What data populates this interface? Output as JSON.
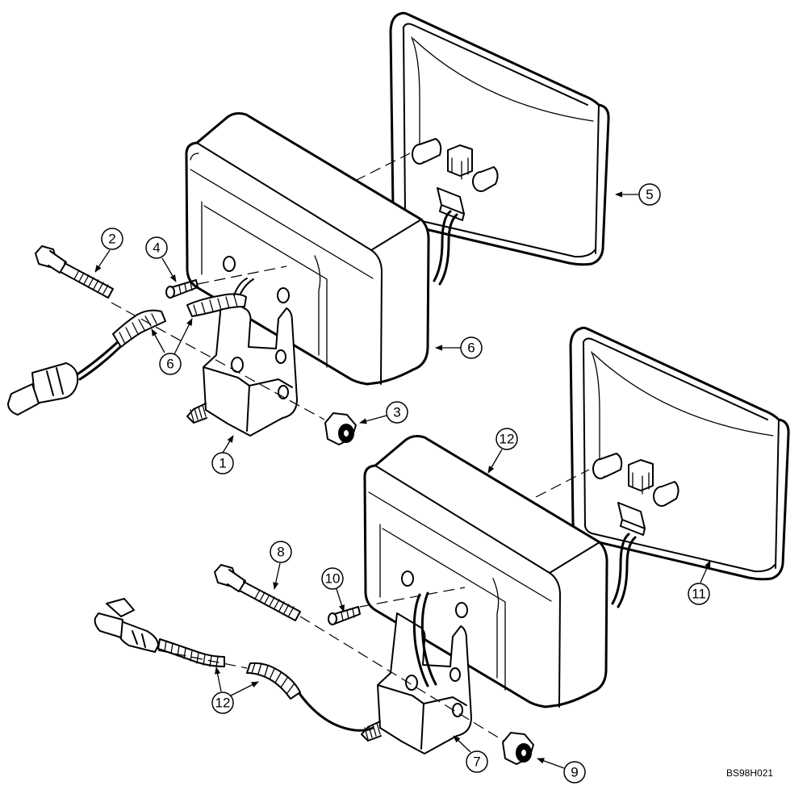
{
  "callouts": {
    "c1": "1",
    "c2": "2",
    "c3": "3",
    "c4": "4",
    "c5": "5",
    "c6a": "6",
    "c6b": "6",
    "c7": "7",
    "c8": "8",
    "c9": "9",
    "c10": "10",
    "c11": "11",
    "c12a": "12",
    "c12b": "12"
  },
  "drawing_id": "BS98H021"
}
